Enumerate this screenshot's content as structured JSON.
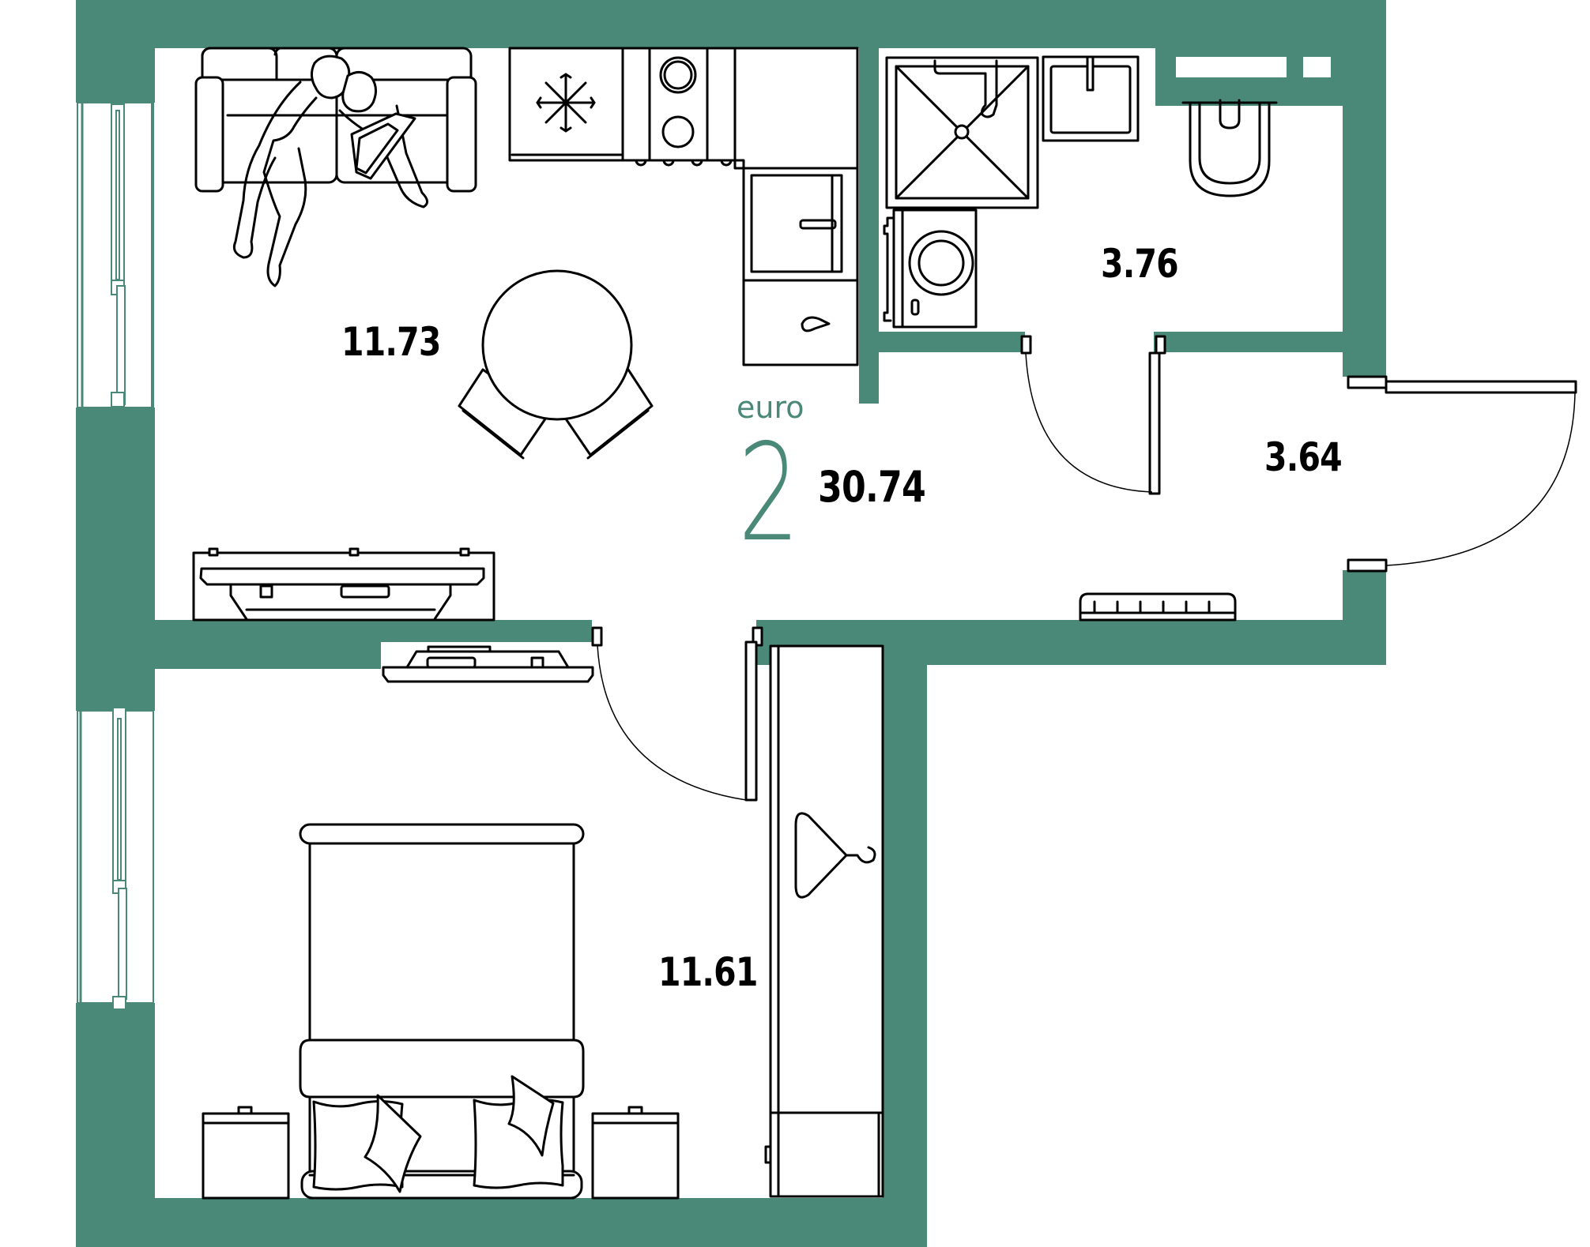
{
  "plan": {
    "type_label": "euro",
    "room_count": "2",
    "total_area": "30.74",
    "accent_color": "#4A8878",
    "rooms": [
      {
        "name": "living-kitchen",
        "area": "11.73"
      },
      {
        "name": "bathroom",
        "area": "3.76"
      },
      {
        "name": "hallway",
        "area": "3.64"
      },
      {
        "name": "bedroom",
        "area": "11.61"
      }
    ],
    "furniture_icons": [
      "sofa-icon",
      "people-icon",
      "fridge-icon",
      "snowflake-icon",
      "stove-icon",
      "sink-icon",
      "dishwasher-icon",
      "dining-table-icon",
      "chair-icon",
      "tv-icon",
      "shower-icon",
      "washbasin-icon",
      "toilet-icon",
      "washing-machine-icon",
      "radiator-icon",
      "wardrobe-icon",
      "hanger-icon",
      "bed-icon",
      "pillow-icon",
      "nightstand-icon",
      "window-icon",
      "door-icon"
    ]
  }
}
